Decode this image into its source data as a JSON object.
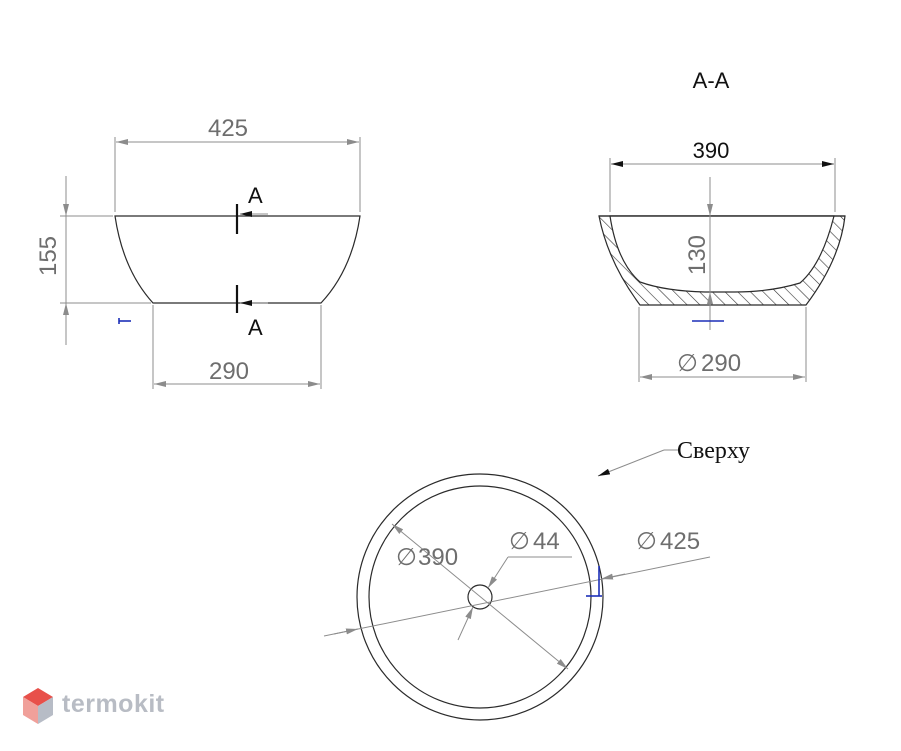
{
  "side_view": {
    "width_top": "425",
    "height": "155",
    "width_bottom": "290",
    "section_mark_top": "A",
    "section_mark_bottom": "A"
  },
  "section_view": {
    "title": "A-A",
    "inner_width": "390",
    "depth": "130",
    "base_diameter": "290",
    "diameter_symbol": "∅"
  },
  "top_view": {
    "label": "Сверху",
    "inner_diameter": "390",
    "drain_diameter": "44",
    "outer_diameter": "425",
    "diameter_symbol": "∅"
  },
  "logo": {
    "text": "termokit",
    "icon": "hexagon-cube-icon",
    "colors": [
      "#e8504a",
      "#f0a09a",
      "#b7bcc6",
      "#9ea4b0"
    ]
  }
}
